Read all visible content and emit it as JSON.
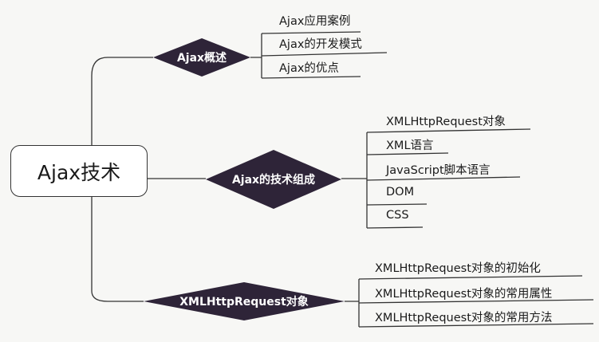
{
  "root": "Ajax技术",
  "branches": [
    {
      "label": "Ajax概述",
      "items": [
        "Ajax应用案例",
        "Ajax的开发模式",
        "Ajax的优点"
      ]
    },
    {
      "label": "Ajax的技术组成",
      "items": [
        "XMLHttpRequest对象",
        "XML语言",
        "JavaScript脚本语言",
        "DOM",
        "CSS"
      ]
    },
    {
      "label": "XMLHttpRequest对象",
      "items": [
        "XMLHttpRequest对象的初始化",
        "XMLHttpRequest对象的常用属性",
        "XMLHttpRequest对象的常用方法"
      ]
    }
  ],
  "colors": {
    "diamond": "#2e2438",
    "line": "#333333"
  }
}
